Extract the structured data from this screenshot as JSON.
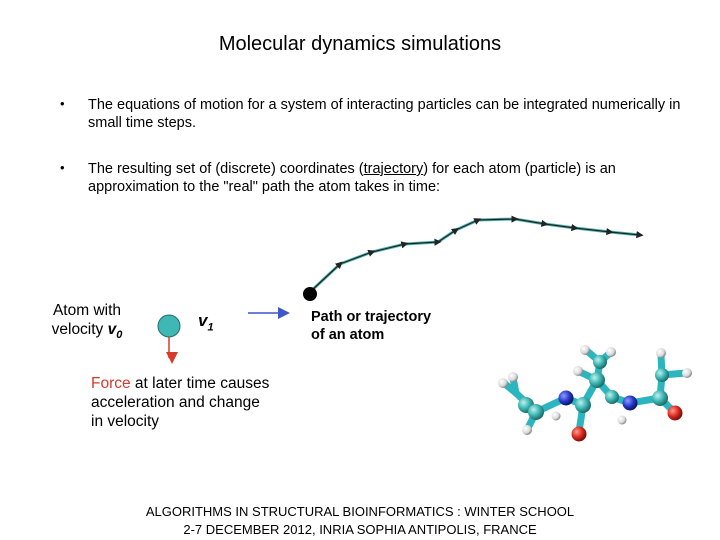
{
  "slide": {
    "title": "Molecular dynamics simulations",
    "bullets": [
      {
        "marker": "•",
        "text": "The equations of motion for a system of interacting particles can be integrated numerically in small time steps."
      },
      {
        "marker": "•",
        "text_before": "The resulting set of (discrete) coordinates  (",
        "text_link": "trajectory",
        "text_after": ") for each atom (particle) is an approximation to the \"real\" path the atom takes in time:"
      }
    ]
  },
  "diagram": {
    "atom_label_line1": "Atom with",
    "atom_label_line2_prefix": "velocity ",
    "atom_label_v": "v",
    "atom_label_sub": "0",
    "v1_label": "v",
    "v1_sub": "1",
    "path_label_line1": "Path or trajectory",
    "path_label_line2": "of an atom",
    "force_word": "Force",
    "force_rest_line1": " at later time causes",
    "force_line2": "acceleration and change",
    "force_line3": "in velocity",
    "colors": {
      "atom_teal": "#3fb7b4",
      "force_red": "#d63a2a",
      "arrow_blue": "#3e57c9",
      "trajectory_teal": "#2aa8a3",
      "oxygen_red": "#d9261c",
      "nitrogen_blue": "#2636c8",
      "carbon_cyan": "#29b8c2",
      "hydrogen_white": "#e8e8e8"
    }
  },
  "footer": {
    "line1": "ALGORITHMS IN STRUCTURAL BIOINFORMATICS : WINTER SCHOOL",
    "line2": "2-7 DECEMBER 2012, INRIA SOPHIA ANTIPOLIS, FRANCE"
  }
}
